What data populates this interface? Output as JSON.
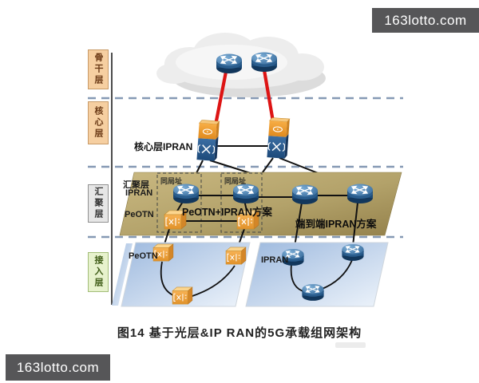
{
  "watermark_top": "163lotto.com",
  "watermark_bottom": "163lotto.com",
  "layer_labels": {
    "backbone": "骨干层",
    "core": "核心层",
    "aggregation": "汇聚层",
    "access": "接入层"
  },
  "core_layer": {
    "device_label": "核心层IPRAN"
  },
  "aggregation_band": {
    "name": "汇聚层",
    "network": "IPRAN",
    "optical": "PeOTN",
    "colocated1": "同局址",
    "colocated2": "同局址",
    "solution_left": "PeOTN+IPRAN方案",
    "solution_right": "端到端IPRAN方案"
  },
  "access_band": {
    "optical": "PeOTN",
    "network": "IPRAN"
  },
  "caption": "图14  基于光层&IP RAN的5G承载组网架构",
  "icons": {
    "router": "router-icon",
    "otn": "otn-cube-icon",
    "core_device": "core-ipran-device-icon",
    "cloud": "backbone-cloud"
  },
  "colors": {
    "red_link": "#dd1414",
    "dashed_separator": "#8599b4",
    "aggregation_band": "#b3a26a",
    "access_band": "#bcd0ea",
    "router_blue": "#1d4a7a",
    "otn_orange": "#f0a43c",
    "watermark_bg": "#565658"
  }
}
